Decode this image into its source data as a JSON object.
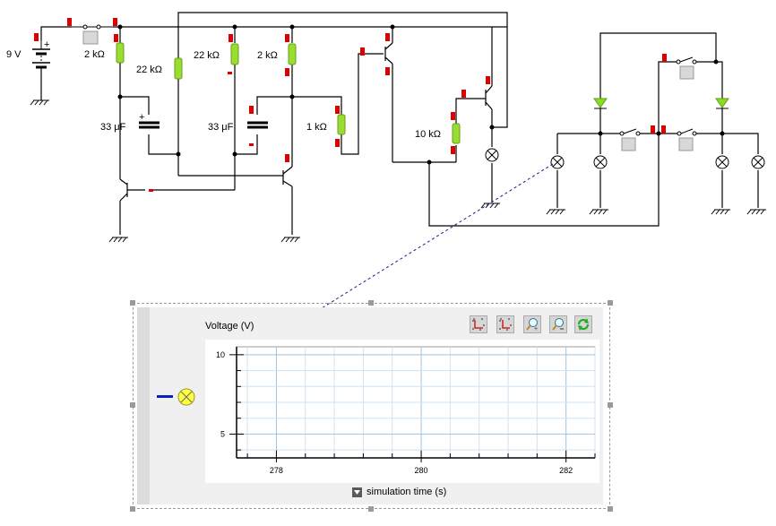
{
  "circuit": {
    "components": {
      "battery": {
        "label": "9 V"
      },
      "r1": {
        "label": "2 kΩ"
      },
      "r2": {
        "label": "22 kΩ"
      },
      "r3": {
        "label": "22 kΩ"
      },
      "r4": {
        "label": "2 kΩ"
      },
      "c1": {
        "label": "33 μF"
      },
      "c2": {
        "label": "33 μF"
      },
      "r5": {
        "label": "1 kΩ"
      },
      "r6": {
        "label": "10 kΩ"
      }
    },
    "colors": {
      "wire": "#000000",
      "resistor": "#99dd33",
      "diode": "#88dd22",
      "marker": "#dd0000",
      "probe_link": "#1a1a8c"
    }
  },
  "plot_panel": {
    "toolbar": [
      {
        "name": "fit-x-button",
        "icon": "axis-x-icon"
      },
      {
        "name": "fit-y-button",
        "icon": "axis-y-icon"
      },
      {
        "name": "zoom-in-button",
        "icon": "zoom-in-icon"
      },
      {
        "name": "zoom-out-button",
        "icon": "zoom-out-icon"
      },
      {
        "name": "refresh-button",
        "icon": "refresh-icon"
      }
    ],
    "xlabel_toggle_icon": "triangle-down-icon"
  },
  "chart_data": {
    "type": "line",
    "title": "Voltage    (V)",
    "xlabel": "simulation time    (s)",
    "ylabel": "Voltage (V)",
    "xlim": [
      277.45,
      282.4
    ],
    "ylim": [
      3.5,
      10.5
    ],
    "x_ticks": [
      278,
      280,
      282
    ],
    "x_tick_labels": [
      "278",
      "280",
      "282"
    ],
    "x_minor_step": 0.4,
    "y_ticks": [
      5,
      10
    ],
    "y_tick_labels": [
      "5",
      "10"
    ],
    "y_minor_step": 1,
    "grid": true,
    "series": [
      {
        "name": "Voltage",
        "x": [],
        "y": []
      }
    ]
  }
}
